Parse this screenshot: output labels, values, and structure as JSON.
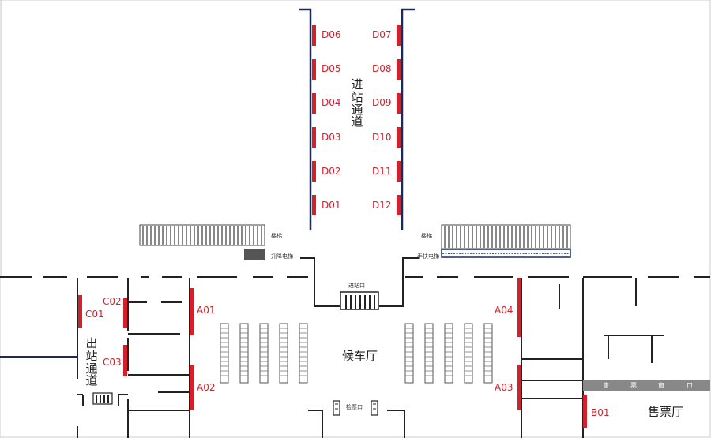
{
  "areas": {
    "waiting_hall": "候车厅",
    "entry_passage": "进站通道",
    "exit_passage": "出站通道",
    "ticket_hall": "售票厅"
  },
  "small_labels": {
    "stairs_left": "楼梯",
    "stairs_right": "楼梯",
    "elevator_left": "升降电梯",
    "escalator_right": "手扶电梯",
    "entry_gate": "进站口",
    "check_gate": "检票口"
  },
  "ticket_windows": [
    "售",
    "票",
    "窗",
    "口"
  ],
  "ad_slots": {
    "D06": "D06",
    "D05": "D05",
    "D04": "D04",
    "D03": "D03",
    "D02": "D02",
    "D01": "D01",
    "D07": "D07",
    "D08": "D08",
    "D09": "D09",
    "D10": "D10",
    "D11": "D11",
    "D12": "D12",
    "A01": "A01",
    "A02": "A02",
    "A03": "A03",
    "A04": "A04",
    "C01": "C01",
    "C02": "C02",
    "C03": "C03",
    "B01": "B01"
  },
  "colors": {
    "ad_marker": "#d4202a",
    "passage_wall": "#1c2a5a",
    "wall": "#222222",
    "ticket_bar": "#888888"
  }
}
